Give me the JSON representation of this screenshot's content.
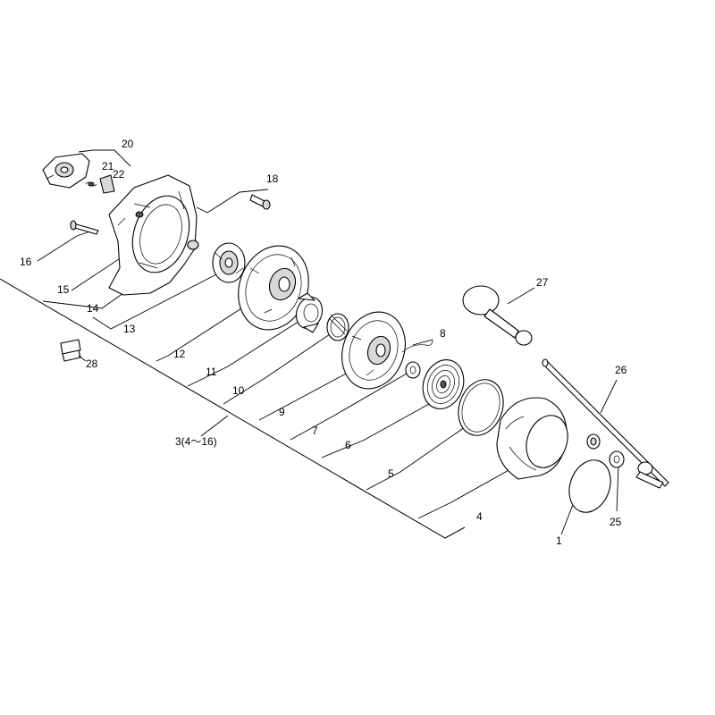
{
  "callouts": {
    "c1": "1",
    "c3": "3(4～16)",
    "c4": "4",
    "c5": "5",
    "c6": "6",
    "c7": "7",
    "c8": "8",
    "c9": "9",
    "c10": "10",
    "c11": "11",
    "c12": "12",
    "c13": "13",
    "c14": "14",
    "c15": "15",
    "c16": "16",
    "c18": "18",
    "c20": "20",
    "c21": "21",
    "c22": "22",
    "c25": "25",
    "c26": "26",
    "c27": "27",
    "c28": "28"
  }
}
